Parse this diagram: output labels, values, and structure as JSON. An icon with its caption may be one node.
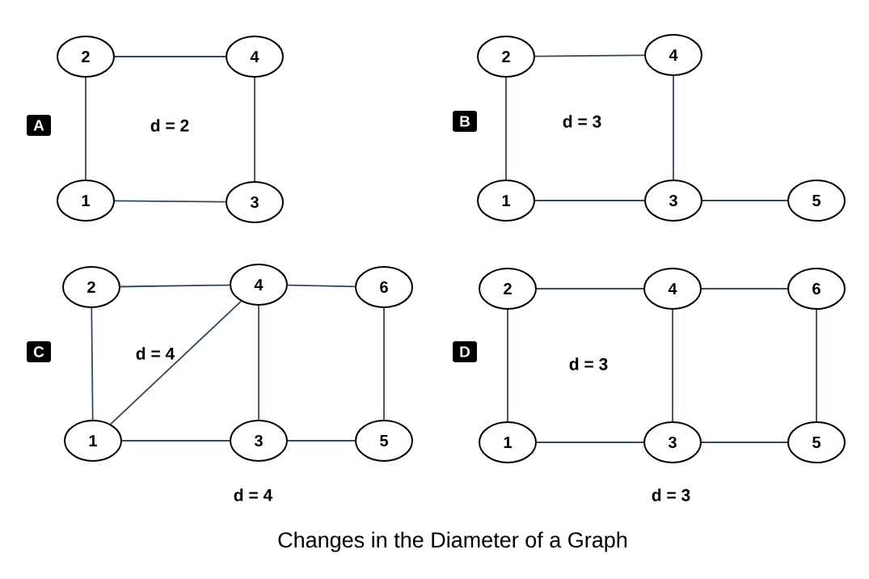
{
  "diagram": {
    "caption": "Changes in the Diameter of a Graph",
    "nodes": [
      {
        "text": [
          "2"
        ]
      },
      {
        "text": [
          "4"
        ]
      },
      {
        "text": [
          "1"
        ]
      },
      {
        "text": [
          "3"
        ]
      },
      {
        "text": [
          "2"
        ]
      },
      {
        "text": [
          "4"
        ]
      },
      {
        "text": [
          "1"
        ]
      },
      {
        "text": [
          "3"
        ]
      },
      {
        "text": [
          "5"
        ]
      },
      {
        "text": [
          "2"
        ]
      },
      {
        "text": [
          "4"
        ]
      },
      {
        "text": [
          "6"
        ]
      },
      {
        "text": [
          "1"
        ]
      },
      {
        "text": [
          "3"
        ]
      },
      {
        "text": [
          "5"
        ]
      },
      {
        "text": [
          "2"
        ]
      },
      {
        "text": [
          "4"
        ]
      },
      {
        "text": [
          "6"
        ]
      },
      {
        "text": [
          "1"
        ]
      },
      {
        "text": [
          "3"
        ]
      },
      {
        "text": [
          "5"
        ]
      }
    ],
    "edges": [
      {
        "from": 0,
        "to": 1,
        "arrow": "none"
      },
      {
        "from": 0,
        "to": 2,
        "arrow": "none"
      },
      {
        "from": 1,
        "to": 3,
        "arrow": "none"
      },
      {
        "from": 2,
        "to": 3,
        "arrow": "none"
      },
      {
        "from": 4,
        "to": 5,
        "arrow": "none"
      },
      {
        "from": 4,
        "to": 6,
        "arrow": "none"
      },
      {
        "from": 5,
        "to": 7,
        "arrow": "none"
      },
      {
        "from": 6,
        "to": 7,
        "arrow": "none"
      },
      {
        "from": 7,
        "to": 8,
        "arrow": "none"
      },
      {
        "from": 9,
        "to": 10,
        "arrow": "none"
      },
      {
        "from": 10,
        "to": 11,
        "arrow": "none"
      },
      {
        "from": 9,
        "to": 12,
        "arrow": "none"
      },
      {
        "from": 12,
        "to": 10,
        "arrow": "none"
      },
      {
        "from": 10,
        "to": 13,
        "arrow": "none"
      },
      {
        "from": 11,
        "to": 14,
        "arrow": "none"
      },
      {
        "from": 12,
        "to": 13,
        "arrow": "none"
      },
      {
        "from": 13,
        "to": 14,
        "arrow": "none"
      },
      {
        "from": 15,
        "to": 16,
        "arrow": "none"
      },
      {
        "from": 16,
        "to": 17,
        "arrow": "none"
      },
      {
        "from": 15,
        "to": 18,
        "arrow": "none"
      },
      {
        "from": 16,
        "to": 19,
        "arrow": "none"
      },
      {
        "from": 17,
        "to": 20,
        "arrow": "none"
      },
      {
        "from": 18,
        "to": 19,
        "arrow": "none"
      },
      {
        "from": 19,
        "to": 20,
        "arrow": "none"
      }
    ],
    "labels": [
      "A",
      "d = 2",
      "B",
      "d = 3",
      "C",
      "d = 4",
      "D",
      "d = 3",
      "d = 4",
      "d = 3"
    ]
  }
}
